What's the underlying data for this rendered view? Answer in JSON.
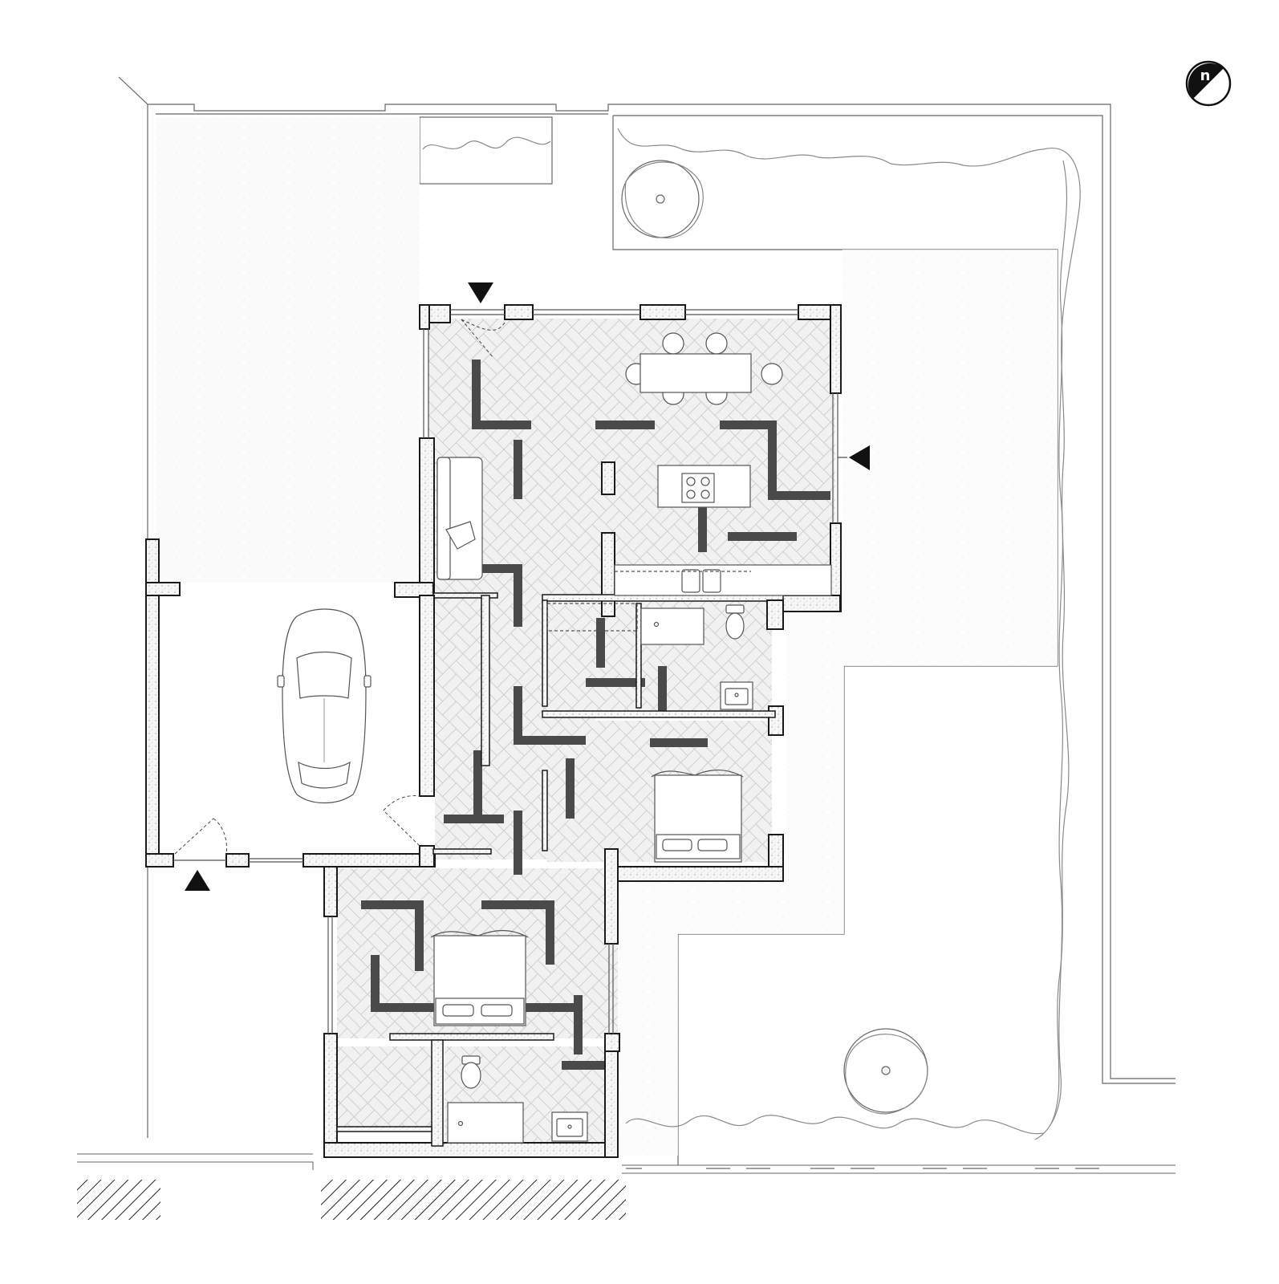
{
  "compass": {
    "label": "n",
    "icon": "north-arrow-icon"
  },
  "colors": {
    "line": "#5a5a5a",
    "wall_fill": "#f3f3f3",
    "wall_stroke": "#1a1a1a",
    "floor_fill": "#f1f1f1",
    "plank_line": "#cfcfcf",
    "accent_strip": "#4a4a4a",
    "grass": "#fafafa",
    "hedge": "#8a8a8a",
    "black": "#111111"
  },
  "entrances": [
    {
      "icon": "entrance-arrow-down-icon",
      "direction": "down"
    },
    {
      "icon": "entrance-arrow-left-icon",
      "direction": "left"
    },
    {
      "icon": "entrance-arrow-up-icon",
      "direction": "up"
    }
  ],
  "spaces": [
    "garage",
    "living-kitchen",
    "hallway",
    "bathroom",
    "bedroom",
    "master-bedroom",
    "ensuite"
  ]
}
